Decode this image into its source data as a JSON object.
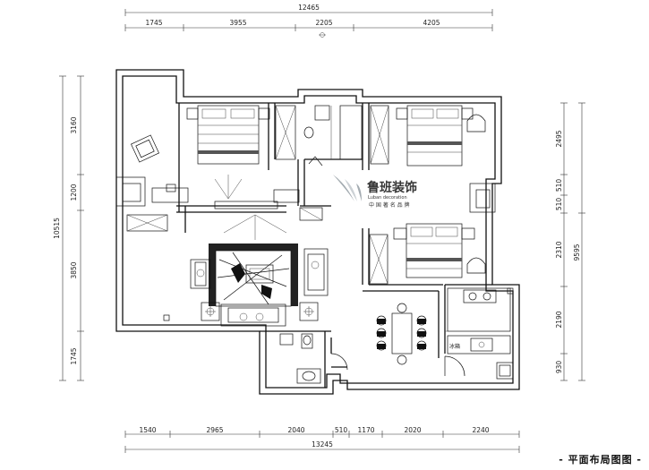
{
  "dimensions": {
    "top_total": "12465",
    "top_segments": [
      "1745",
      "3955",
      "2205",
      "4205"
    ],
    "bottom_total": "13245",
    "bottom_segments": [
      "1540",
      "2965",
      "2040",
      "510",
      "1170",
      "2020",
      "2240"
    ],
    "left_total": "10515",
    "left_segments": [
      "3160",
      "1200",
      "3850",
      "1745"
    ],
    "right_total": "9595",
    "right_segments": [
      "2495",
      "510",
      "510",
      "2310",
      "2190",
      "930"
    ]
  },
  "labels": {
    "fridge": "冰箱"
  },
  "watermark": {
    "title": "鲁班装饰",
    "subtitle": "Luban decoration",
    "tagline": "中 国 著 名 品 牌"
  },
  "page_title": "- 平面布局图图 -"
}
